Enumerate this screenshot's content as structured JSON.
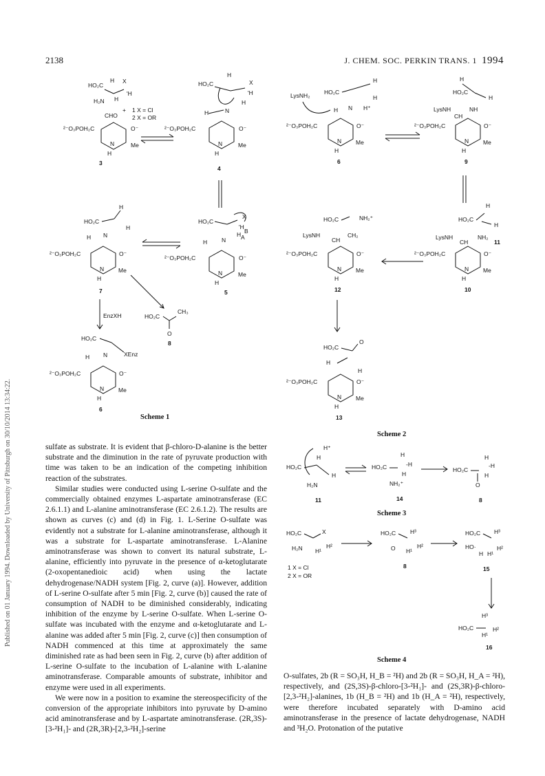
{
  "header": {
    "page_number": "2138",
    "journal": "J. CHEM. SOC. PERKIN TRANS. 1",
    "year": "1994"
  },
  "sidebar_text": "Published on 01 January 1994. Downloaded by University of Pittsburgh on 30/10/2014 13:34:22.",
  "scheme1": {
    "caption": "Scheme 1",
    "legend_1": "1 X = Cl",
    "legend_2": "2 X = OR",
    "labels": [
      "3",
      "4",
      "5",
      "6",
      "7",
      "8"
    ],
    "enzyme": "EnzXH",
    "xenz": "XEnz"
  },
  "scheme2": {
    "caption": "Scheme 2",
    "labels": [
      "6",
      "9",
      "10",
      "11",
      "12",
      "13"
    ],
    "lys": "LysNH₂",
    "lysnh": "LysNH"
  },
  "scheme3": {
    "caption": "Scheme 3",
    "labels": [
      "11",
      "14",
      "8"
    ]
  },
  "scheme4": {
    "caption": "Scheme 4",
    "legend_1": "1 X = Cl",
    "legend_2": "2 X = OR",
    "labels": [
      "8",
      "15",
      "16"
    ]
  },
  "left_column": {
    "p1": "sulfate as substrate. It is evident that β-chloro-D-alanine is the better substrate and the diminution in the rate of pyruvate production with time was taken to be an indication of the competing inhibition reaction of the substrates.",
    "p2": "Similar studies were conducted using L-serine O-sulfate and the commercially obtained enzymes L-aspartate aminotransferase (EC 2.6.1.1) and L-alanine aminotransferase (EC 2.6.1.2). The results are shown as curves (c) and (d) in Fig. 1. L-Serine O-sulfate was evidently not a substrate for L-alanine aminotransferase, although it was a substrate for L-aspartate aminotransferase. L-Alanine aminotransferase was shown to convert its natural substrate, L-alanine, efficiently into pyruvate in the presence of α-ketoglutarate (2-oxopentanedioic acid) when using the lactate dehydrogenase/NADH system [Fig. 2, curve (a)]. However, addition of L-serine O-sulfate after 5 min [Fig. 2, curve (b)] caused the rate of consumption of NADH to be diminished considerably, indicating inhibition of the enzyme by L-serine O-sulfate. When L-serine O-sulfate was incubated with the enzyme and α-ketoglutarate and L-alanine was added after 5 min [Fig. 2, curve (c)] then consumption of NADH commenced at this time at approximately the same diminished rate as had been seen in Fig. 2, curve (b) after addition of L-serine O-sulfate to the incubation of L-alanine with L-alanine aminotransferase. Comparable amounts of substrate, inhibitor and enzyme were used in all experiments.",
    "p3": "We were now in a position to examine the stereospecificity of the conversion of the appropriate inhibitors into pyruvate by D-amino acid aminotransferase and by L-aspartate aminotransferase. (2R,3S)-[3-²H₁]- and (2R,3R)-[2,3-²H₂]-serine"
  },
  "right_column": {
    "p1": "O-sulfates, 2b (R = SO₃H, H_B = ²H) and 2b (R = SO₃H, H_A = ²H), respectively, and (2S,3S)-β-chloro-[3-²H₁]- and (2S,3R)-β-chloro-[2,3-²H₂]-alanines, 1b (H_B = ²H) and 1b (H_A = ²H), respectively, were therefore incubated separately with D-amino acid aminotransferase in the presence of lactate dehydrogenase, NADH and ³H₂O. Protonation of the putative"
  }
}
